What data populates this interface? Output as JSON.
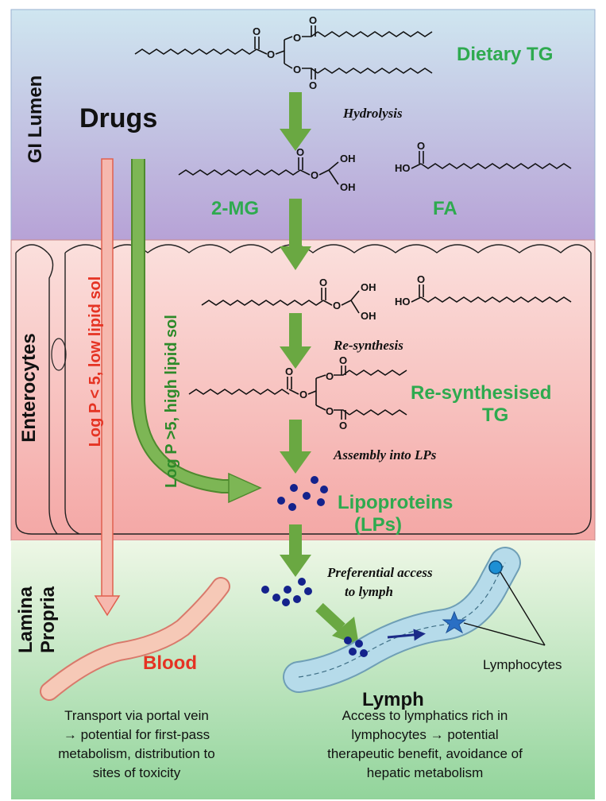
{
  "regions": {
    "lumen": "GI Lumen",
    "enterocytes": "Enterocytes",
    "lamina_line1": "Lamina",
    "lamina_line2": "Propria"
  },
  "molecules": {
    "dietary_tg": "Dietary TG",
    "mg": "2-MG",
    "fa": "FA",
    "resynth_tg_line1": "Re-synthesised",
    "resynth_tg_line2": "TG",
    "lipoproteins_line1": "Lipoproteins",
    "lipoproteins_line2": "(LPs)",
    "oh": "OH",
    "ho": "HO",
    "o": "O"
  },
  "steps": {
    "hydrolysis": "Hydrolysis",
    "resynthesis": "Re-synthesis",
    "assembly": "Assembly into LPs",
    "preferential_line1": "Preferential access",
    "preferential_line2": "to lymph"
  },
  "drugs": {
    "label": "Drugs",
    "low_route": "Log P < 5, low lipid sol",
    "high_route": "Log P >5, high lipid sol"
  },
  "vessels": {
    "blood": "Blood",
    "lymph": "Lymph",
    "lymphocytes": "Lymphocytes"
  },
  "captions": {
    "blood_lines": [
      "Transport via portal vein",
      "→ potential for first-pass",
      "metabolism, distribution to",
      "sites of toxicity"
    ],
    "lymph_lines": [
      "Access to lymphatics rich in",
      "lymphocytes → potential",
      "therapeutic benefit, avoidance of",
      "hepatic metabolism"
    ]
  },
  "colors": {
    "label_green": "#2eaa4f",
    "arrow_green": "#6aa842",
    "blood_red": "#e53323",
    "lumen_top": "#cfe6f0",
    "lumen_bottom": "#b7a2d6",
    "enterocyte_top": "#fbe0dd",
    "enterocyte_bottom": "#f4a7a5",
    "lamina_top": "#eef7e6",
    "lamina_bottom": "#92d49b",
    "lipoprotein_dot": "#14228c",
    "lymph_vessel": "#a9d2e4",
    "lymphocyte": "#1d8fd4"
  }
}
